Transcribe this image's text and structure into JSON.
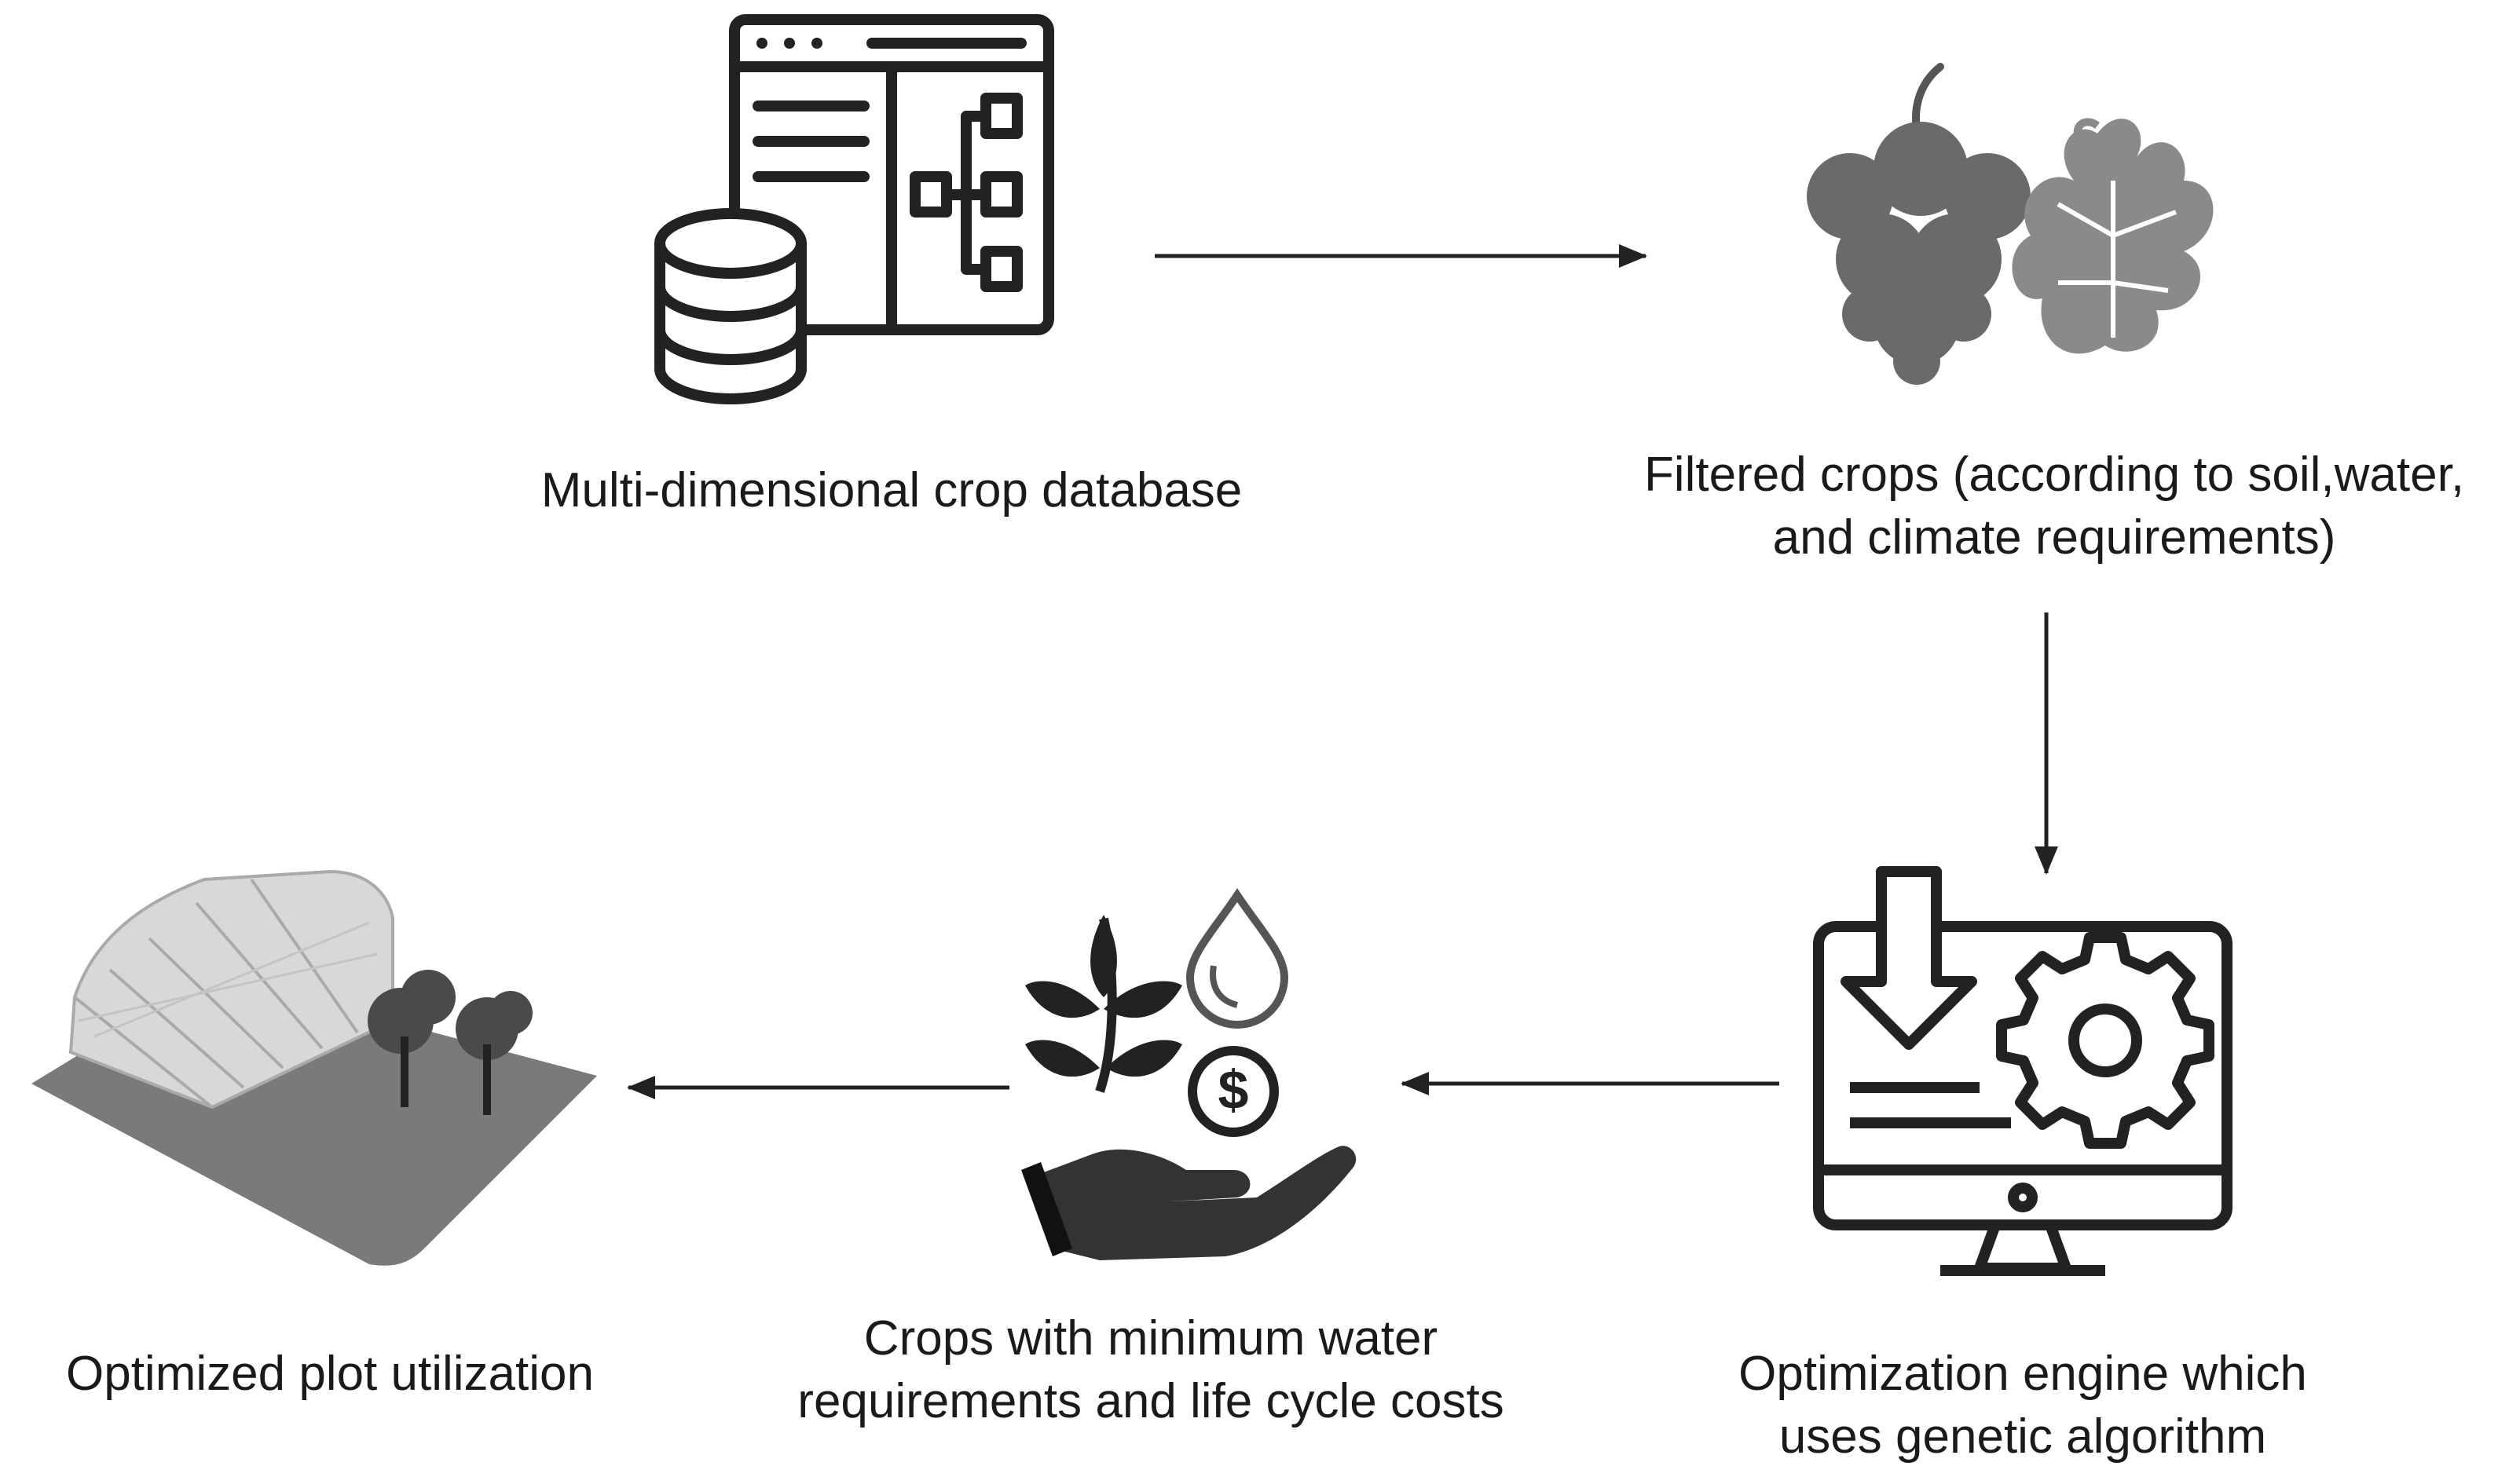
{
  "nodes": {
    "database": {
      "label": "Multi-dimensional crop database",
      "icon": "database-schema-icon"
    },
    "filtered": {
      "line1": "Filtered crops (according to soil,water,",
      "line2": "and climate requirements)",
      "icon": "grapes-fig-leaf-icon"
    },
    "engine": {
      "line1": "Optimization engine which",
      "line2": "uses genetic algorithm",
      "icon": "monitor-gear-download-icon"
    },
    "crops": {
      "line1": "Crops with minimum water",
      "line2": "requirements and life cycle costs",
      "icon": "plant-water-money-hand-icon"
    },
    "plot": {
      "label": "Optimized plot utilization",
      "icon": "greenhouse-plot-icon"
    }
  },
  "edges": [
    {
      "from": "database",
      "to": "filtered"
    },
    {
      "from": "filtered",
      "to": "engine"
    },
    {
      "from": "engine",
      "to": "crops"
    },
    {
      "from": "crops",
      "to": "plot"
    }
  ]
}
